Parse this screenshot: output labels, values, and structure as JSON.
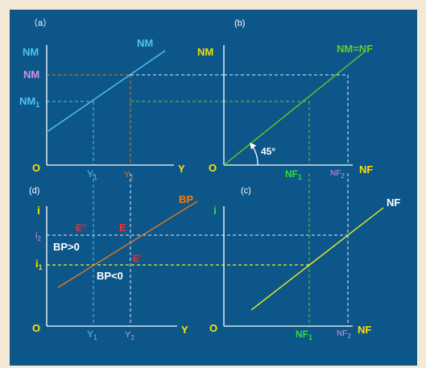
{
  "colors": {
    "background": "#0d5689",
    "axis": "#ffffff",
    "nm_curve": "#4fc3f7",
    "nm_nf_line": "#66cc22",
    "bp_curve": "#e07a20",
    "nf_curve": "#ecf020",
    "label_cyan": "#4fc3f7",
    "label_yellow": "#f0e000",
    "label_pink": "#d88ee0",
    "label_green": "#33dd33",
    "label_red": "#ff2a2a",
    "label_orange": "#ff7a00",
    "label_white": "#ffffff"
  },
  "panels": {
    "a": {
      "tag": "（a）",
      "y_axis": "NM",
      "x_axis": "Y",
      "origin": "O",
      "curve": "NM",
      "tick_nm": "NM",
      "tick_nm1": "NM",
      "tick_nm1_sub": "1",
      "tick_y1": "Y",
      "tick_y1_sub": "1",
      "tick_y2": "Y",
      "tick_y2_sub": "2"
    },
    "b": {
      "tag": "(b)",
      "y_axis": "NM",
      "x_axis": "NF",
      "origin": "O",
      "curve": "NM=NF",
      "angle": "45°",
      "tick_nf1": "NF",
      "tick_nf1_sub": "1",
      "tick_nf2": "NF",
      "tick_nf2_sub": "2"
    },
    "c": {
      "tag": "(c)",
      "y_axis": "i",
      "x_axis": "NF",
      "origin": "O",
      "curve": "NF",
      "tick_nf1": "NF",
      "tick_nf1_sub": "1",
      "tick_nf2": "NF",
      "tick_nf2_sub": "2"
    },
    "d": {
      "tag": "(d)",
      "y_axis": "i",
      "x_axis": "Y",
      "origin": "O",
      "curve": "BP",
      "tick_i1": "i",
      "tick_i1_sub": "1",
      "tick_i2": "i",
      "tick_i2_sub": "2",
      "tick_y1": "Y",
      "tick_y1_sub": "1",
      "tick_y2": "Y",
      "tick_y2_sub": "2",
      "point_e": "E",
      "point_e1": "E'",
      "point_e2": "E''",
      "region_above": "BP>0",
      "region_below": "BP<0"
    }
  }
}
